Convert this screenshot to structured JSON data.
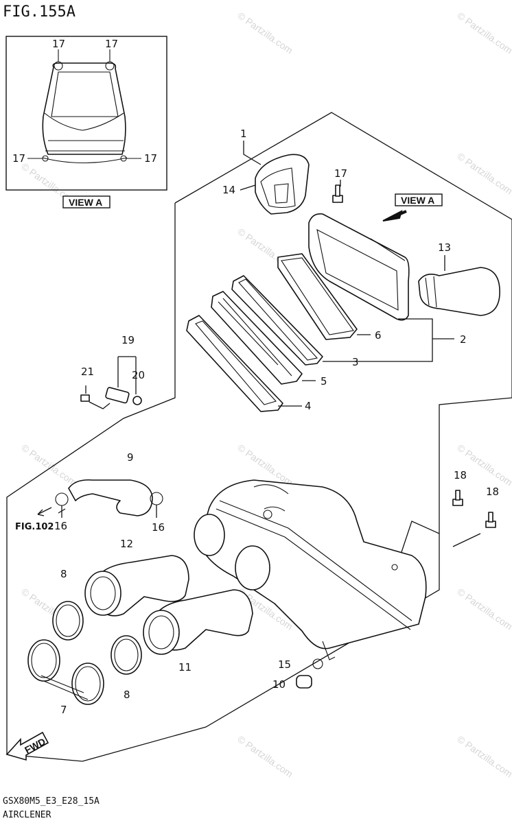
{
  "figure": {
    "title": "FIG.155A",
    "code": "GSX80M5_E3_E28_15A",
    "name": "AIRCLENER",
    "view_label": "VIEW A",
    "fig_ref": "FIG.102",
    "fwd_label": "FWD",
    "watermark": "© Partzilla.com"
  },
  "callouts": [
    {
      "id": "c17a",
      "text": "17"
    },
    {
      "id": "c17b",
      "text": "17"
    },
    {
      "id": "c17c",
      "text": "17"
    },
    {
      "id": "c17d",
      "text": "17"
    },
    {
      "id": "c1",
      "text": "1"
    },
    {
      "id": "c14",
      "text": "14"
    },
    {
      "id": "c17e",
      "text": "17"
    },
    {
      "id": "c13",
      "text": "13"
    },
    {
      "id": "c6",
      "text": "6"
    },
    {
      "id": "c2",
      "text": "2"
    },
    {
      "id": "c3",
      "text": "3"
    },
    {
      "id": "c5",
      "text": "5"
    },
    {
      "id": "c4",
      "text": "4"
    },
    {
      "id": "c19",
      "text": "19"
    },
    {
      "id": "c21",
      "text": "21"
    },
    {
      "id": "c20",
      "text": "20"
    },
    {
      "id": "c9",
      "text": "9"
    },
    {
      "id": "c16a",
      "text": "16"
    },
    {
      "id": "c16b",
      "text": "16"
    },
    {
      "id": "c18a",
      "text": "18"
    },
    {
      "id": "c18b",
      "text": "18"
    },
    {
      "id": "c12",
      "text": "12"
    },
    {
      "id": "c8a",
      "text": "8"
    },
    {
      "id": "c8b",
      "text": "8"
    },
    {
      "id": "c11",
      "text": "11"
    },
    {
      "id": "c15",
      "text": "15"
    },
    {
      "id": "c10",
      "text": "10"
    },
    {
      "id": "c7",
      "text": "7"
    }
  ]
}
